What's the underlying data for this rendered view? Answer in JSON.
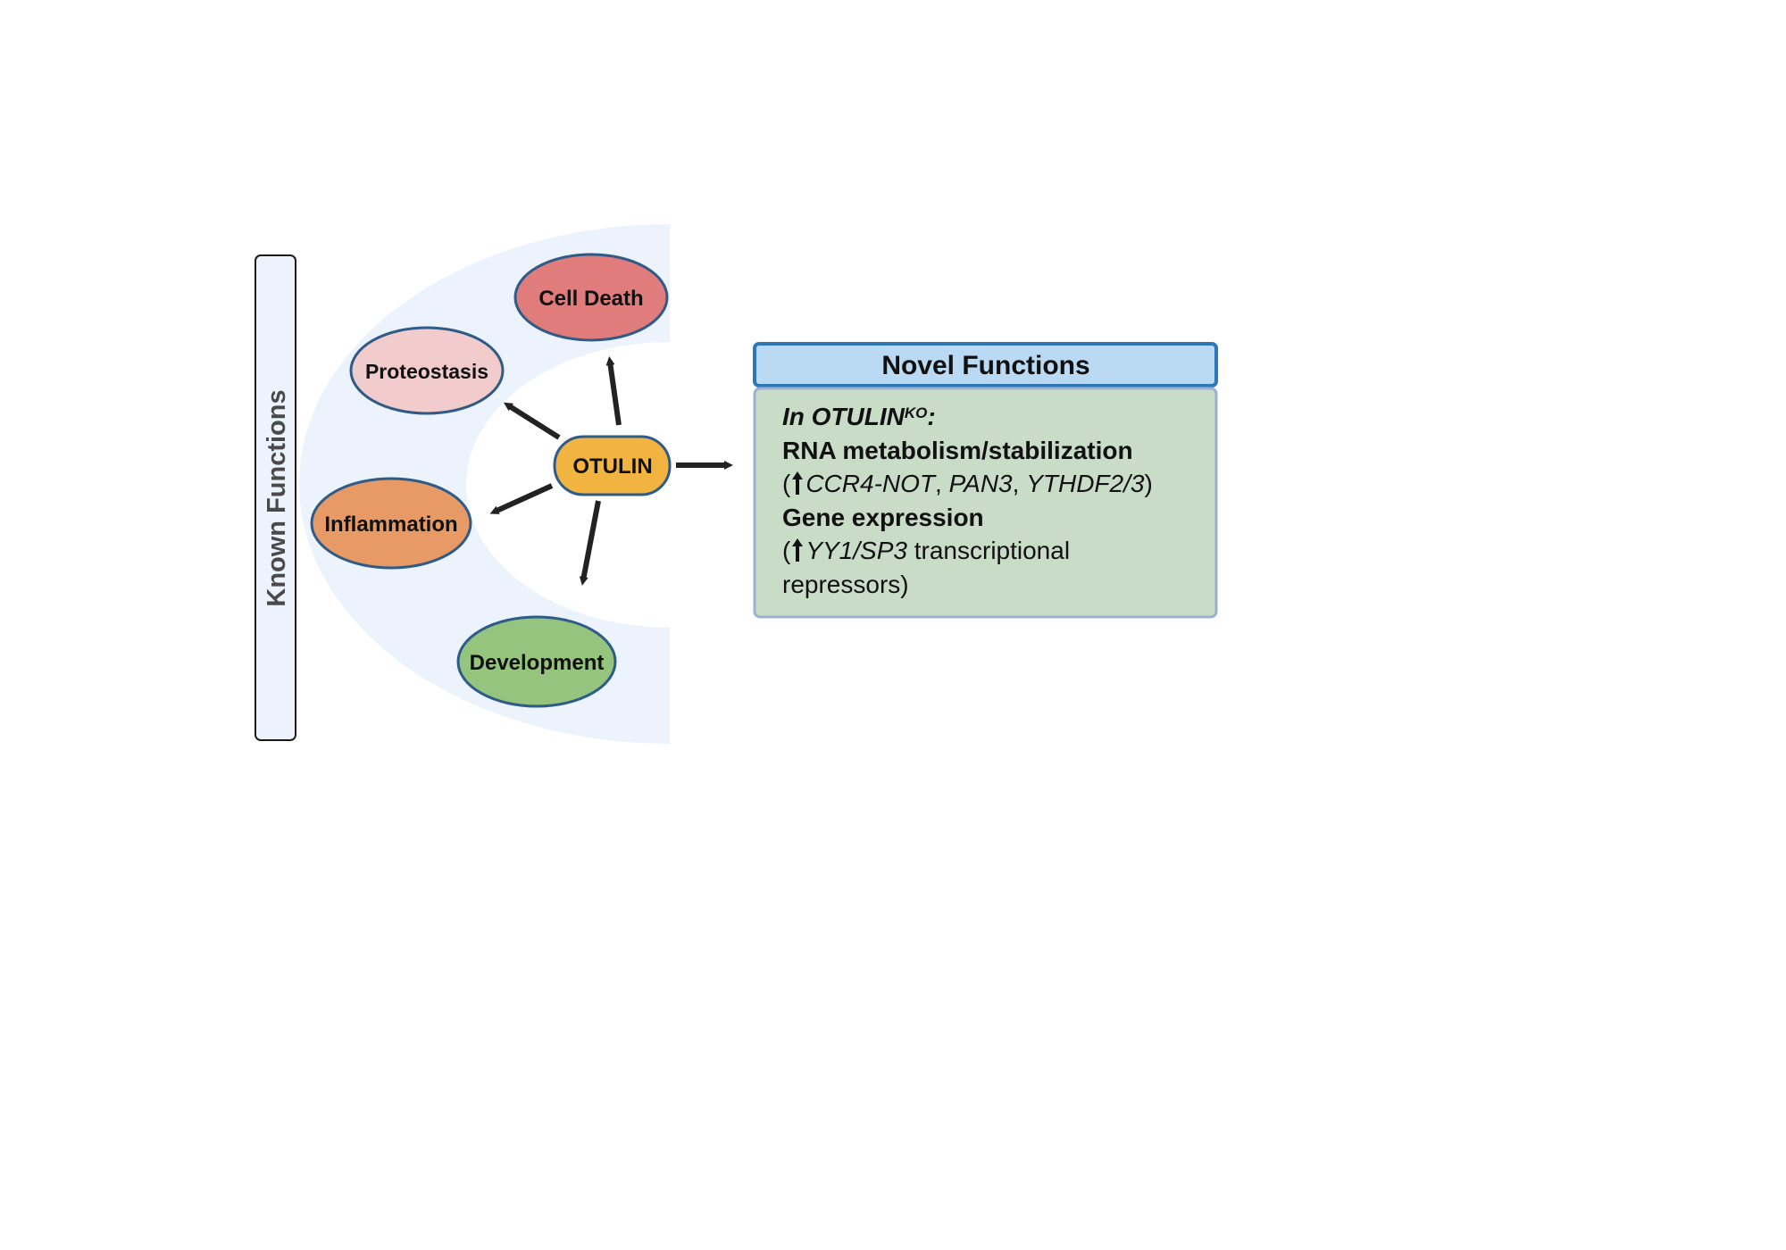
{
  "known_functions": {
    "label": "Known Functions"
  },
  "center": {
    "label": "OTULIN"
  },
  "functions": [
    {
      "label": "Cell Death"
    },
    {
      "label": "Proteostasis"
    },
    {
      "label": "Inflammation"
    },
    {
      "label": "Development"
    }
  ],
  "novel_functions": {
    "title": "Novel Functions",
    "context_prefix": "In OTULIN",
    "context_sup": "KO",
    "context_suffix": ":",
    "rna_heading": "RNA metabolism/stabilization",
    "rna_open": "(",
    "rna_genes": "CCR4-NOT",
    "rna_sep1": ", ",
    "rna_gene2": "PAN3",
    "rna_sep2": ", ",
    "rna_gene3": "YTHDF2/3",
    "rna_close": ")",
    "gene_heading": "Gene expression",
    "gene_open": "(",
    "gene_genes": "YY1/SP3",
    "gene_rest": " transcriptional repressors)"
  },
  "colors": {
    "cell_death": "#e07c7c",
    "proteostasis": "#f2cccc",
    "inflammation": "#e89a66",
    "development": "#94c47d",
    "otulin": "#f2b441",
    "arc": "#ecf3fc",
    "novel_header": "#b9daf2",
    "novel_body": "#c8dcc8",
    "outline": "#2f5b88"
  }
}
